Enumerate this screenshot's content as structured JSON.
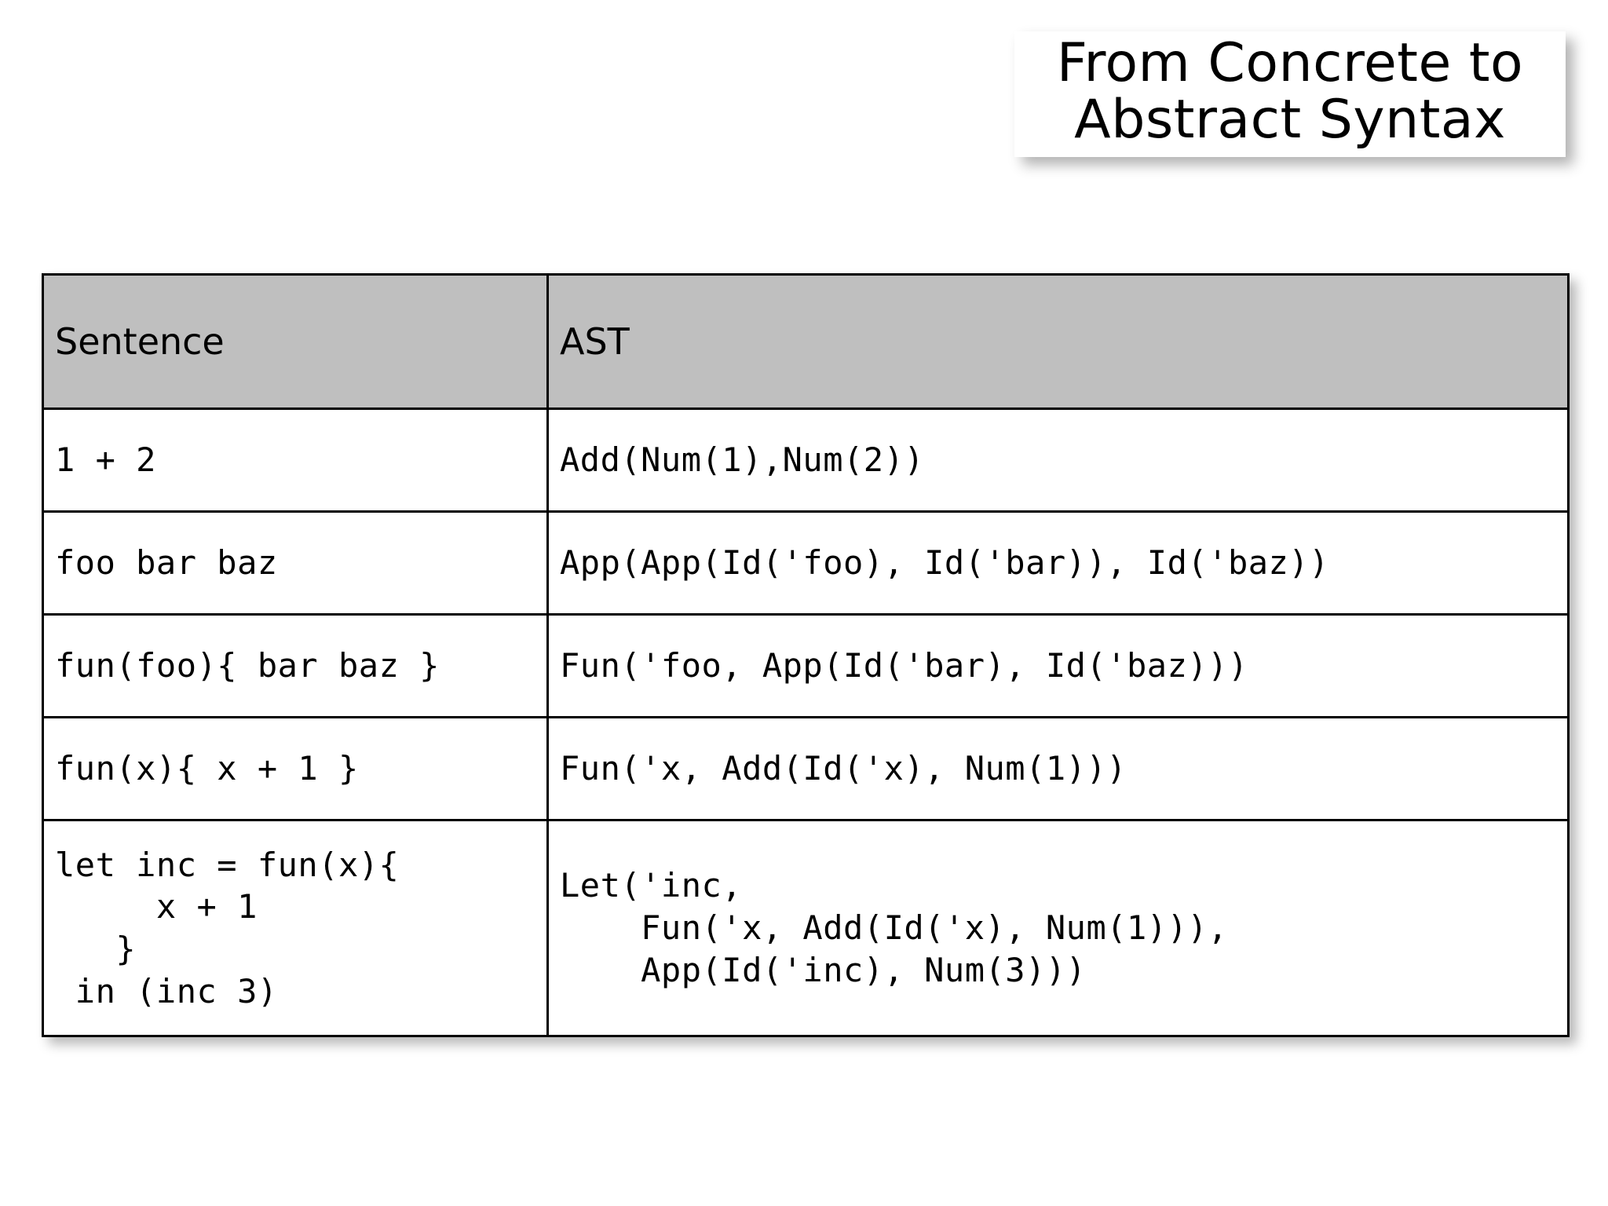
{
  "title": {
    "line1": "From Concrete to",
    "line2": "Abstract Syntax"
  },
  "table": {
    "headers": {
      "sentence": "Sentence",
      "ast": "AST"
    },
    "rows": [
      {
        "sentence": "1 + 2",
        "ast": "Add(Num(1),Num(2))"
      },
      {
        "sentence": "foo bar baz",
        "ast": "App(App(Id('foo), Id('bar)), Id('baz))"
      },
      {
        "sentence": "fun(foo){ bar baz }",
        "ast": "Fun('foo, App(Id('bar), Id('baz)))"
      },
      {
        "sentence": "fun(x){ x + 1 }",
        "ast": "Fun('x, Add(Id('x), Num(1)))"
      },
      {
        "sentence": "let inc = fun(x){\n     x + 1\n   }\n in (inc 3)",
        "ast": "Let('inc,\n    Fun('x, Add(Id('x), Num(1))),\n    App(Id('inc), Num(3)))"
      }
    ]
  },
  "colors": {
    "header_background": "#bfbfbf",
    "border": "#000000",
    "text": "#000000",
    "page_background": "#ffffff"
  }
}
